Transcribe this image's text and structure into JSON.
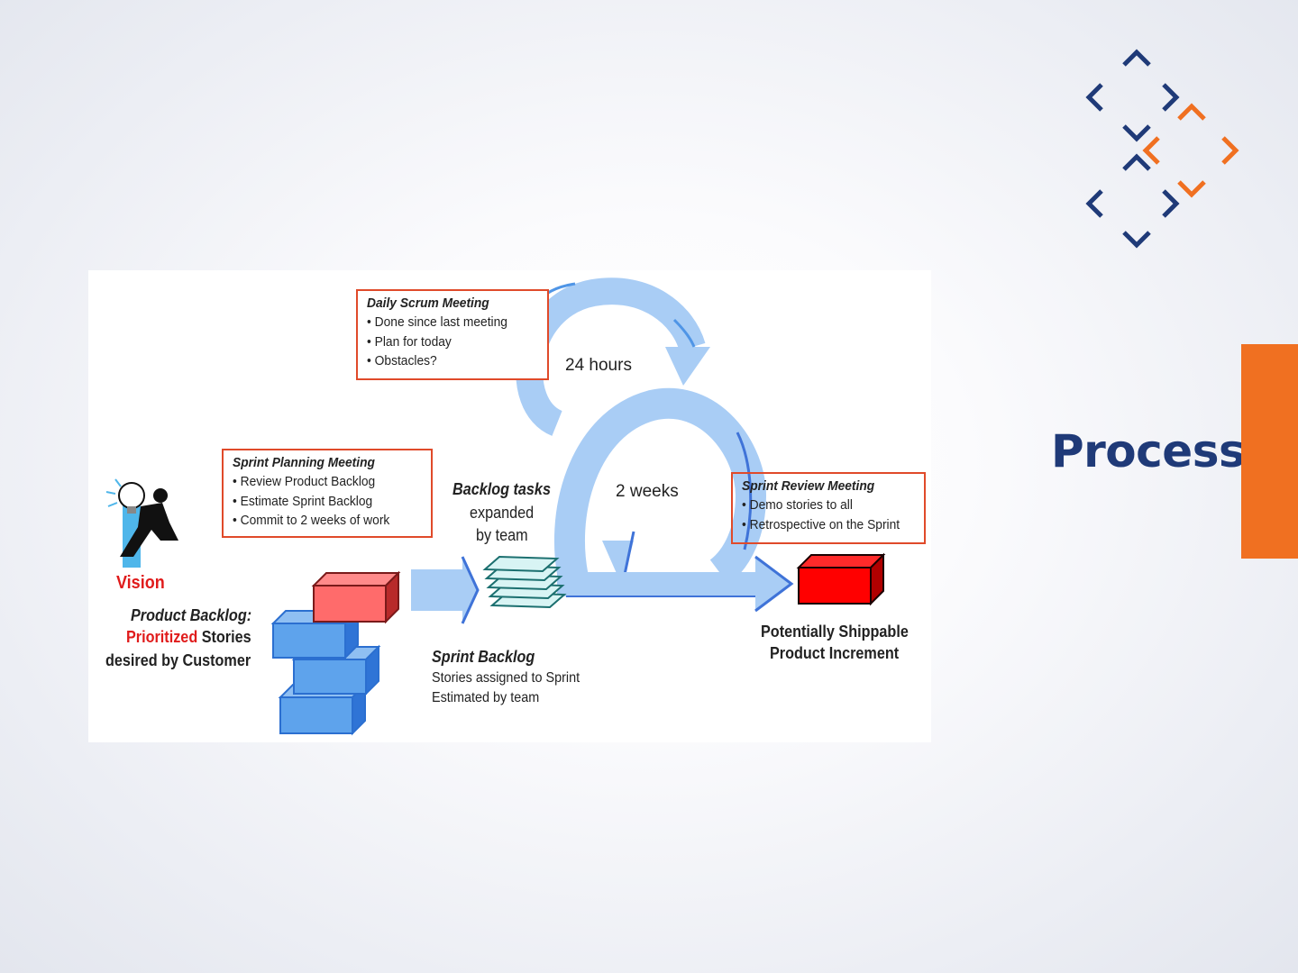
{
  "slide": {
    "title": "Process"
  },
  "diagram": {
    "daily_scrum": {
      "heading": "Daily Scrum Meeting",
      "items": [
        "• Done since last meeting",
        "• Plan for today",
        "• Obstacles?"
      ]
    },
    "sprint_planning": {
      "heading": "Sprint Planning Meeting",
      "items": [
        "• Review Product Backlog",
        "• Estimate Sprint Backlog",
        "• Commit to 2 weeks of work"
      ]
    },
    "sprint_review": {
      "heading": "Sprint Review Meeting",
      "items": [
        "• Demo stories to all",
        "• Retrospective on the Sprint"
      ]
    },
    "cycle_daily_label": "24 hours",
    "cycle_sprint_label": "2 weeks",
    "backlog_tasks": [
      "Backlog tasks",
      "expanded",
      "by team"
    ],
    "vision_label": "Vision",
    "product_backlog": {
      "line1": "Product Backlog:",
      "line2_highlight": "Prioritized",
      "line2_rest": " Stories",
      "line3": "desired by Customer"
    },
    "sprint_backlog": {
      "title": "Sprint Backlog",
      "line1": "Stories assigned to Sprint",
      "line2": "Estimated by team"
    },
    "increment": [
      "Potentially Shippable",
      "Product Increment"
    ]
  },
  "colors": {
    "title": "#1f3a78",
    "accent_orange": "#f07021",
    "box_border": "#e04a2a",
    "arrow_light_blue": "#a9cdf5",
    "arrow_dark_blue": "#3f73d8",
    "block_blue": "#4f95e6",
    "block_red": "#ff0000",
    "highlight_red": "#e01b1b"
  }
}
